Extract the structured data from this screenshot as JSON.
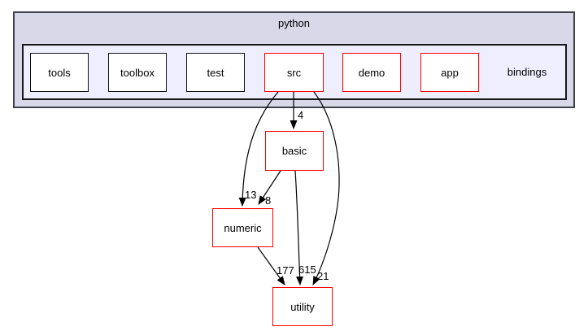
{
  "graph": {
    "type": "directory-dependency-graph",
    "clusters": {
      "outer": {
        "label": "python"
      },
      "inner": {
        "label": "bindings"
      }
    },
    "nodes": {
      "tools": {
        "label": "tools",
        "border": "dark"
      },
      "toolbox": {
        "label": "toolbox",
        "border": "dark"
      },
      "test": {
        "label": "test",
        "border": "dark"
      },
      "src": {
        "label": "src",
        "border": "red"
      },
      "demo": {
        "label": "demo",
        "border": "red"
      },
      "app": {
        "label": "app",
        "border": "red"
      },
      "basic": {
        "label": "basic",
        "border": "red"
      },
      "numeric": {
        "label": "numeric",
        "border": "red"
      },
      "utility": {
        "label": "utility",
        "border": "red"
      }
    },
    "edges": [
      {
        "from": "src",
        "to": "basic",
        "count": "4"
      },
      {
        "from": "src",
        "to": "numeric",
        "count": "13"
      },
      {
        "from": "basic",
        "to": "numeric",
        "count": "8"
      },
      {
        "from": "numeric",
        "to": "utility",
        "count": "177"
      },
      {
        "from": "basic",
        "to": "utility",
        "count": "615"
      },
      {
        "from": "src",
        "to": "utility",
        "count": "21"
      }
    ],
    "colors": {
      "outer_fill": "#d8d8e8",
      "outer_border": "#41414e",
      "inner_fill": "#eeeeff",
      "inner_border": "#17171c",
      "node_fill": "#ffffff",
      "red_border": "#ff0000",
      "dark_border": "#101014",
      "edge": "#000000",
      "text": "#000000",
      "page_bg": "#ffffff"
    }
  }
}
